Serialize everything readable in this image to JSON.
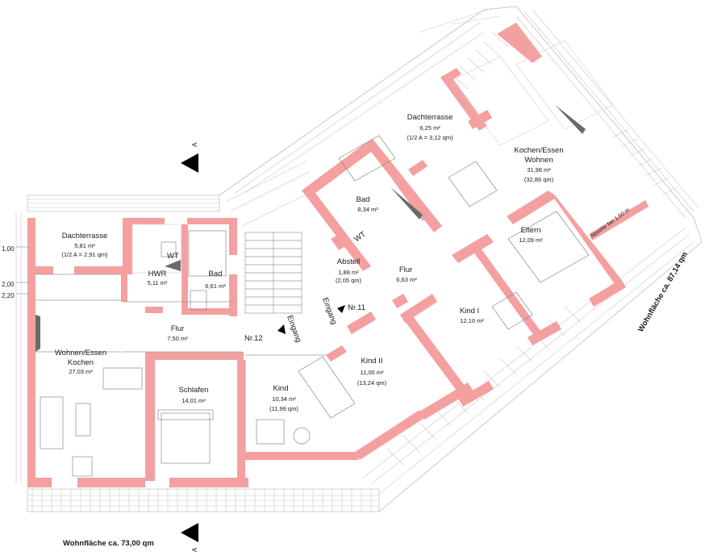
{
  "section_marker": {
    "label": "A"
  },
  "level_marks": [
    "1,00",
    "2,00",
    "2,20"
  ],
  "apartment_left": {
    "area_total": "Wohnfläche ca. 73,00 qm",
    "entrance_no": "Nr.12",
    "rooms": [
      {
        "name": "Dachterrasse",
        "area": "5,81 m²",
        "note": "(1/2 A = 2,91 qm)"
      },
      {
        "name": "HWR",
        "area": "5,11 m²",
        "note": ""
      },
      {
        "name": "Bad",
        "area": "6,61 m²",
        "note": ""
      },
      {
        "name": "Flur",
        "area": "7,50 m²",
        "note": ""
      },
      {
        "name": "Wohnen/Essen",
        "name2": "Kochen",
        "area": "27,03 m²",
        "note": ""
      },
      {
        "name": "Schlafen",
        "area": "14,01 m²",
        "note": ""
      },
      {
        "name": "Kind",
        "area": "10,34 m²",
        "note": "(11,99 qm)"
      }
    ],
    "wt": "WT"
  },
  "apartment_right": {
    "area_total": "Wohnfläche ca. 87,14 qm",
    "entrance_no": "Nr.11",
    "rooms": [
      {
        "name": "Dachterrasse",
        "area": "6,25 m²",
        "note": "(1/2 A = 3,12 qm)"
      },
      {
        "name": "Kochen/Essen",
        "name2": "Wohnen",
        "area": "31,98 m²",
        "note": "(32,86 qm)"
      },
      {
        "name": "Bad",
        "area": "8,34 m²",
        "note": ""
      },
      {
        "name": "Eltern",
        "area": "12,09 m²",
        "note": ""
      },
      {
        "name": "Abstell",
        "area": "1,88 m²",
        "note": "(2,05 qm)"
      },
      {
        "name": "Flur",
        "area": "6,63 m²",
        "note": ""
      },
      {
        "name": "Kind I",
        "area": "12,10 m²",
        "note": ""
      },
      {
        "name": "Kind II",
        "area": "11,00 m²",
        "note": "(13,24 qm)"
      }
    ],
    "wt": "WT",
    "setback_note": "Abseite bei 1,50 m"
  },
  "entrance_label": "Eingang",
  "colors": {
    "wall": "#f4a0a0",
    "line": "#9a9a9a",
    "text": "#1a1a1a"
  }
}
